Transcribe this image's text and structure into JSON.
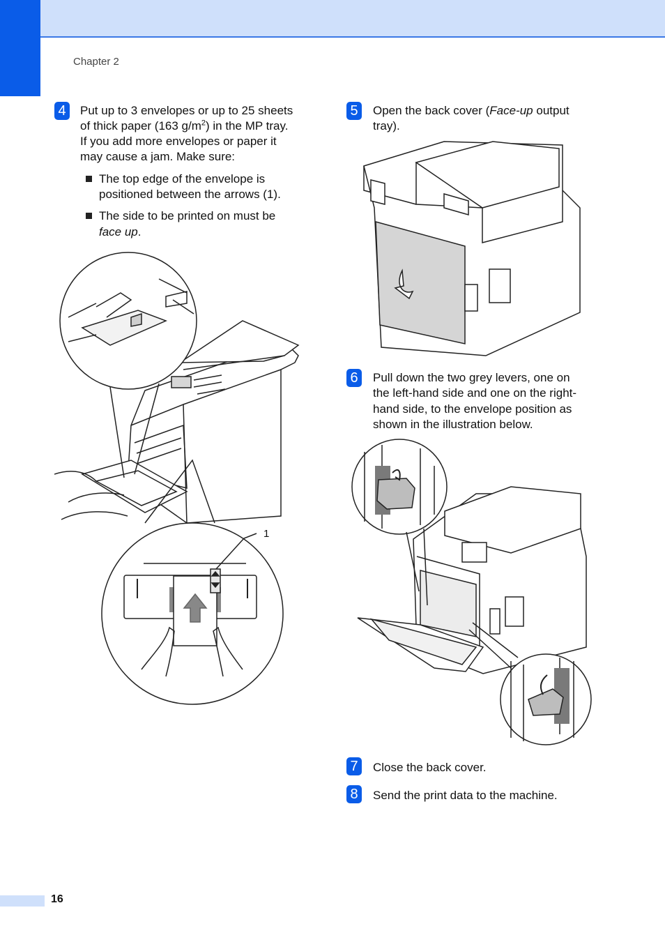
{
  "header": {
    "chapter": "Chapter 2"
  },
  "colors": {
    "accent": "#0a5ce8",
    "band": "#cfe0fb"
  },
  "left_column": {
    "step4": {
      "number": "4",
      "text_a": "Put up to 3 envelopes or up to 25 sheets",
      "text_b_pre": "of thick paper (163 g/m",
      "text_b_sup": "2",
      "text_b_post": ") in the MP tray.",
      "text_c": "If you add more envelopes or paper it",
      "text_d": "may cause a jam. Make sure:",
      "bullets": [
        {
          "line1": "The top edge of the envelope is",
          "line2": "positioned between the arrows (1)."
        },
        {
          "line1": "The side to be printed on must be",
          "line2_italic": "face up",
          "line2_tail": "."
        }
      ]
    },
    "figure_callout": "1"
  },
  "right_column": {
    "step5": {
      "number": "5",
      "pre": "Open the back cover (",
      "italic": "Face-up",
      "post": " output",
      "line2": "tray)."
    },
    "step6": {
      "number": "6",
      "lines": [
        "Pull down the two grey levers, one on",
        "the left-hand side and one on the right-",
        "hand side, to the envelope position as",
        "shown in the illustration below."
      ]
    },
    "step7": {
      "number": "7",
      "text": "Close the back cover."
    },
    "step8": {
      "number": "8",
      "text": "Send the print data to the machine."
    }
  },
  "footer": {
    "page_number": "16"
  }
}
